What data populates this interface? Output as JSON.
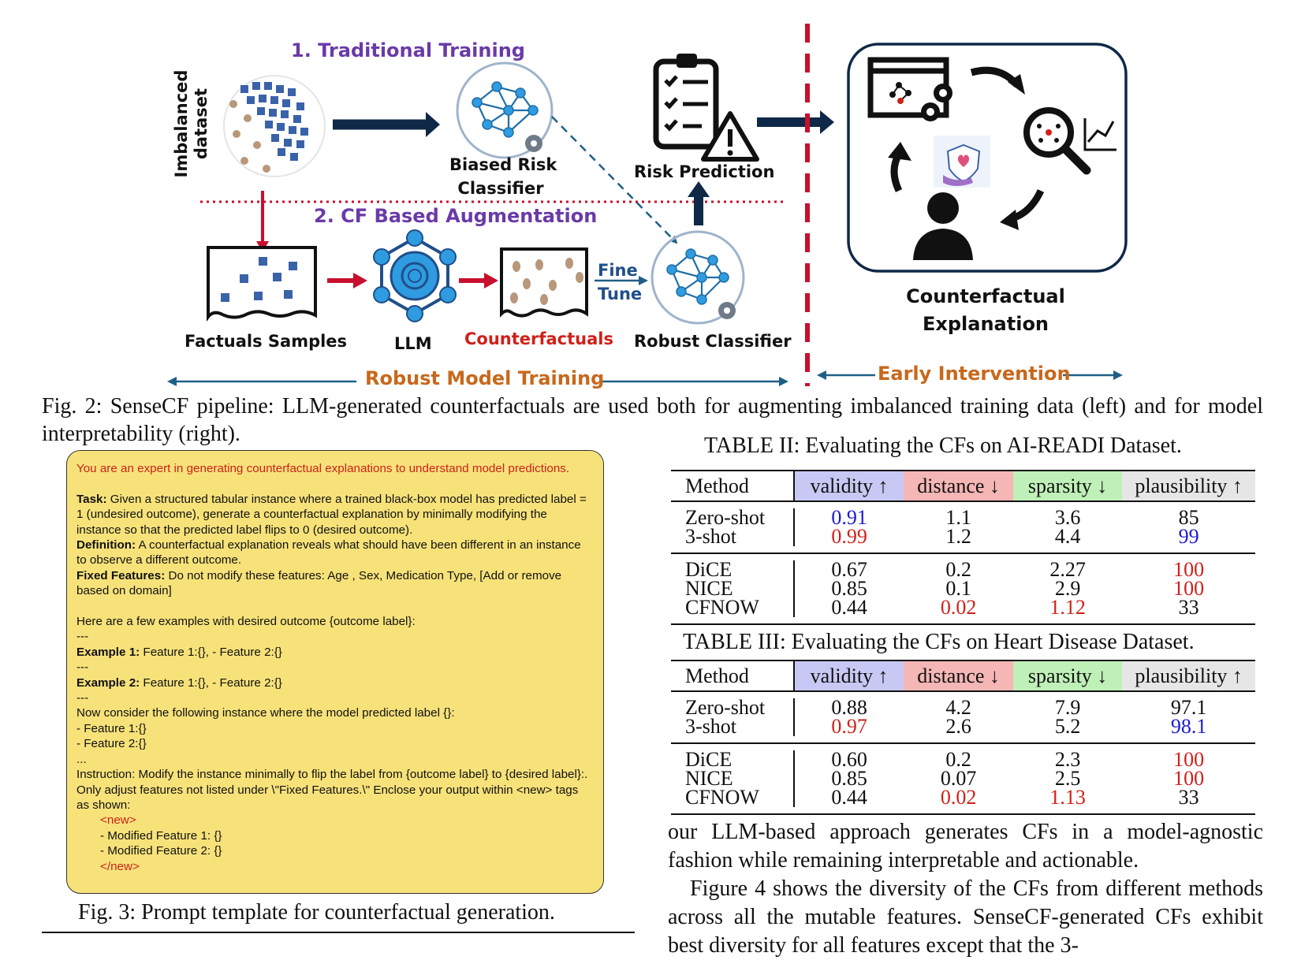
{
  "figure": {
    "traditional_title": "1. Traditional Training",
    "cf_title": "2. CF Based Augmentation",
    "imbalanced_label": "Imbalanced dataset",
    "biased_classifier_line1": "Biased Risk",
    "biased_classifier_line2": "Classifier",
    "risk_prediction": "Risk  Prediction",
    "factuals": "Factuals Samples",
    "llm": "LLM",
    "counterfactuals": "Counterfactuals",
    "fine": "Fine",
    "tune": "Tune",
    "robust_classifier": "Robust Classifier",
    "cf_explanation_line1": "Counterfactual",
    "cf_explanation_line2": "Explanation",
    "robust_training": "Robust Model Training",
    "early_intervention": "Early Intervention",
    "colors": {
      "navy": "#0f2847",
      "red": "#c8102e",
      "purple": "#6a3aa8",
      "orange": "#c8681c",
      "blue_node": "#2f9be0",
      "box_blue": "#3a62a8",
      "tan": "#b9977a"
    }
  },
  "fig2_caption": "Fig. 2: SenseCF pipeline: LLM-generated counterfactuals are used both for augmenting imbalanced training data (left) and for model interpretability (right).",
  "prompt": {
    "intro": "You are an expert in generating counterfactual explanations to understand model predictions.",
    "task_label": "Task:",
    "task_text": " Given a structured tabular instance where a trained black-box model has predicted label = 1 (undesired outcome), generate a counterfactual explanation by minimally modifying the instance so that the predicted label flips to 0 (desired outcome).",
    "definition_label": "Definition:",
    "definition_text": " A counterfactual explanation reveals what should have been different in an instance to observe a different outcome.",
    "fixed_label": "Fixed Features:",
    "fixed_text": " Do not modify these features: Age , Sex, Medication Type, [Add or remove based on domain]",
    "examples_intro": "Here are a few examples with desired outcome {outcome label}:",
    "sep1": "---",
    "ex1_label": "Example 1:",
    "ex1_text": " Feature 1:{}, - Feature 2:{}",
    "sep2": "---",
    "ex2_label": "Example 2:",
    "ex2_text": " Feature 1:{}, - Feature 2:{}",
    "sep3": "---",
    "consider": "Now consider the following instance where the model predicted label {}:",
    "feat1": "- Feature 1:{}",
    "feat2": "- Feature 2:{}",
    "ellipsis": "...",
    "instruction": "Instruction: Modify the instance minimally to flip the label from {outcome label}  to {desired label}:. Only adjust features not listed under \\\"Fixed Features.\\\" Enclose your output within <new> tags as shown:",
    "new_open": "<new>",
    "mod1": "- Modified Feature 1: {}",
    "mod2": "- Modified Feature 2: {}",
    "new_close": "</new>"
  },
  "fig3_caption": "Fig. 3: Prompt template for counterfactual generation.",
  "table2": {
    "title": "TABLE II: Evaluating the CFs on AI-READI Dataset.",
    "headers": [
      "Method",
      "validity ↑",
      "distance ↓",
      "sparsity ↓",
      "plausibility ↑"
    ],
    "group1": [
      [
        "Zero-shot",
        "0.91",
        "1.1",
        "3.6",
        "85"
      ],
      [
        "3-shot",
        "0.99",
        "1.2",
        "4.4",
        "99"
      ]
    ],
    "group2": [
      [
        "DiCE",
        "0.67",
        "0.2",
        "2.27",
        "100"
      ],
      [
        "NICE",
        "0.85",
        "0.1",
        "2.9",
        "100"
      ],
      [
        "CFNOW",
        "0.44",
        "0.02",
        "1.12",
        "33"
      ]
    ]
  },
  "table3": {
    "title": "TABLE III: Evaluating the CFs on Heart Disease Dataset.",
    "headers": [
      "Method",
      "validity ↑",
      "distance ↓",
      "sparsity ↓",
      "plausibility ↑"
    ],
    "group1": [
      [
        "Zero-shot",
        "0.88",
        "4.2",
        "7.9",
        "97.1"
      ],
      [
        "3-shot",
        "0.97",
        "2.6",
        "5.2",
        "98.1"
      ]
    ],
    "group2": [
      [
        "DiCE",
        "0.60",
        "0.2",
        "2.3",
        "100"
      ],
      [
        "NICE",
        "0.85",
        "0.07",
        "2.5",
        "100"
      ],
      [
        "CFNOW",
        "0.44",
        "0.02",
        "1.13",
        "33"
      ]
    ]
  },
  "body": {
    "para1": "our LLM-based approach generates CFs in a model-agnostic fashion while remaining interpretable and actionable.",
    "para2": "Figure 4 shows the diversity of the CFs from different methods across all the mutable features. SenseCF-generated CFs exhibit best diversity for all features except that the 3-"
  }
}
